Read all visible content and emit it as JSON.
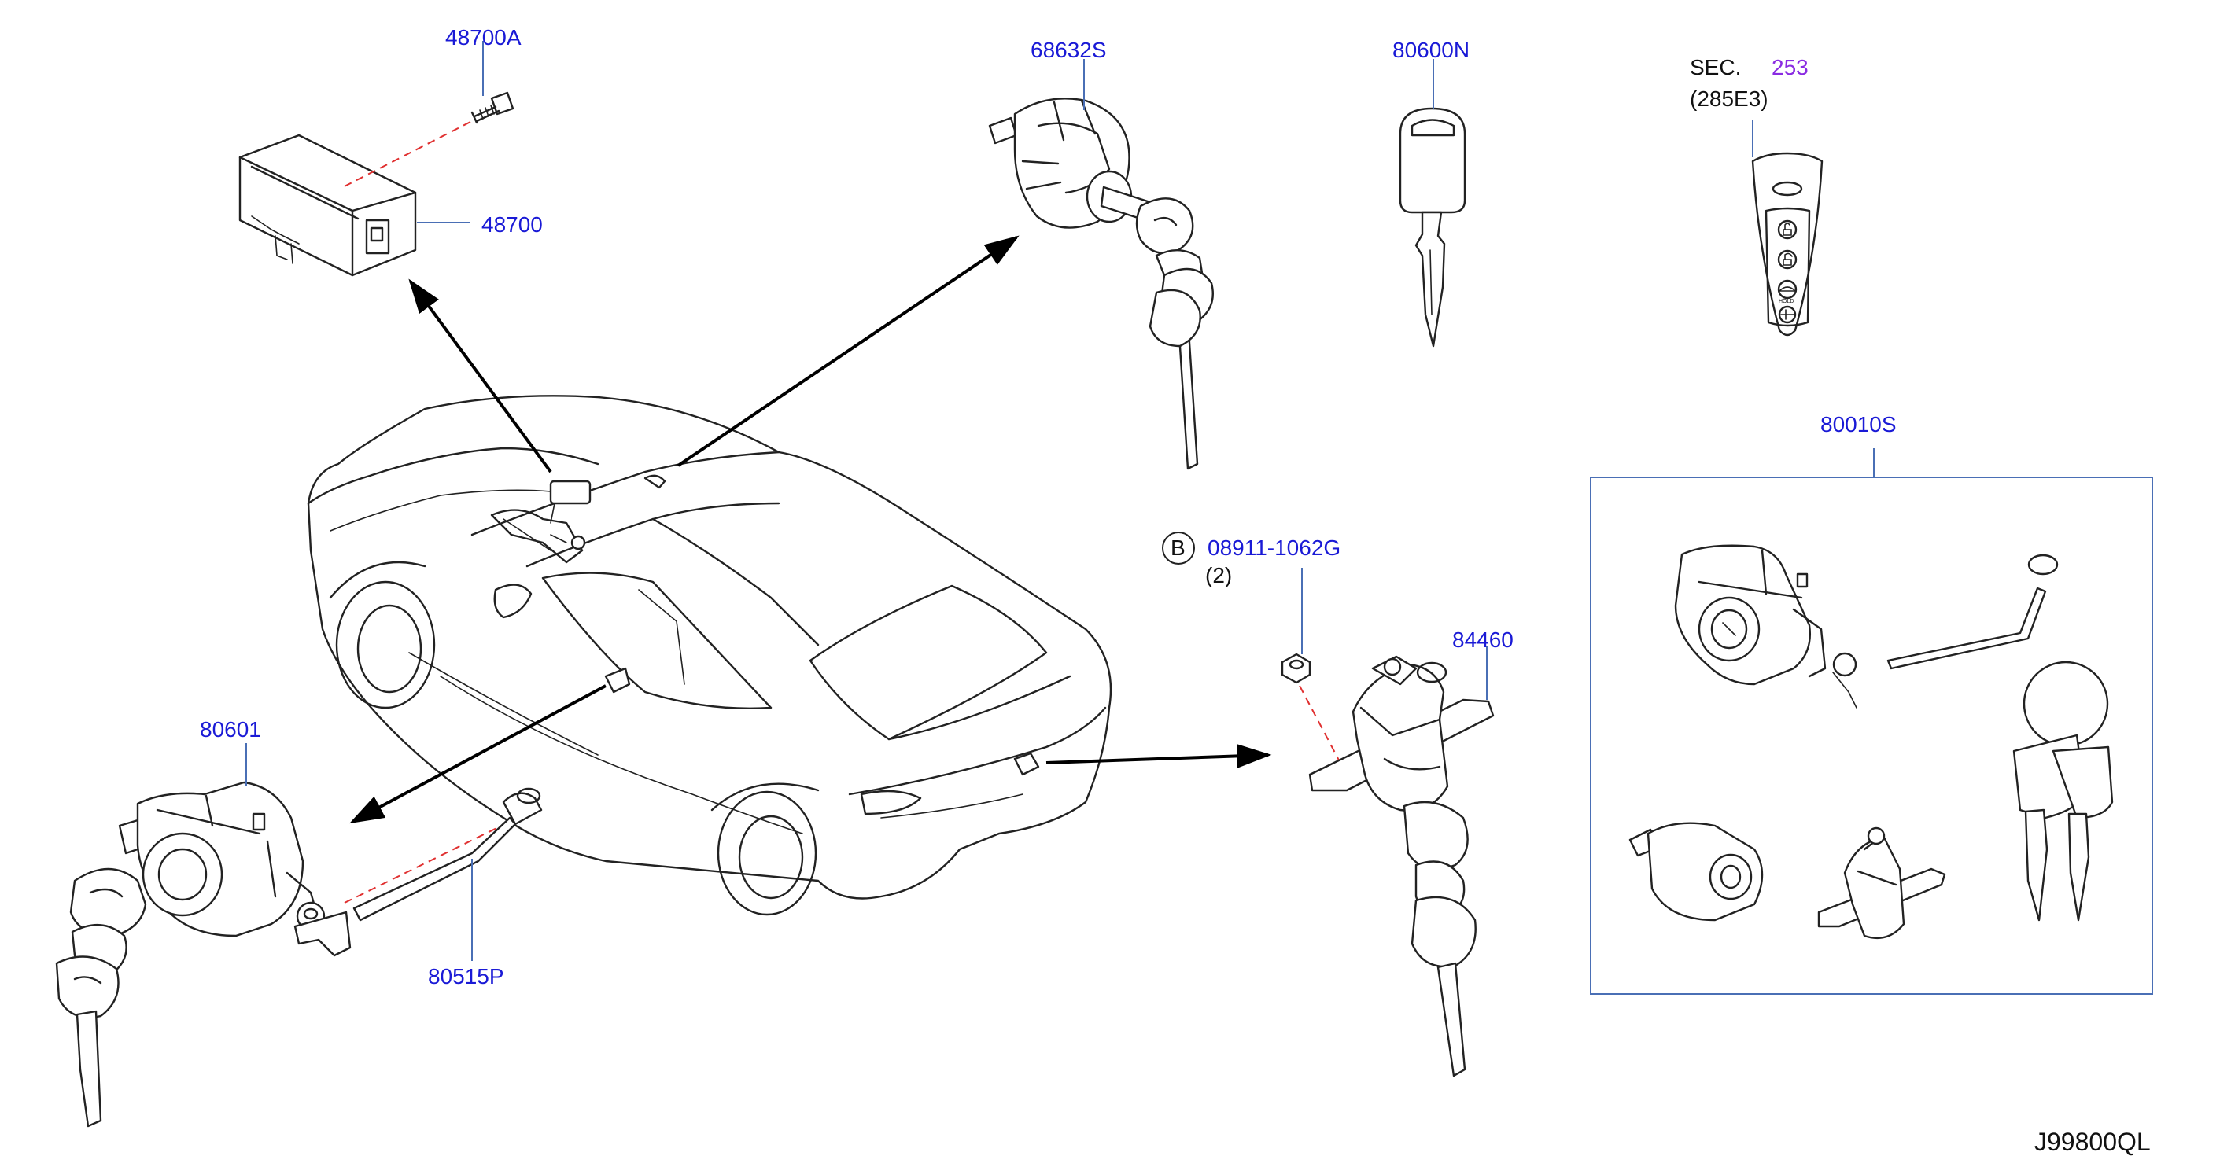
{
  "labels": {
    "p48700A": "48700A",
    "p48700": "48700",
    "p68632S": "68632S",
    "p80600N": "80600N",
    "sec_prefix": "SEC.",
    "sec_number": "253",
    "sec_ref": "(285E3)",
    "p80010S": "80010S",
    "bolt_marker": "B",
    "p08911": "08911-1062G",
    "qty": "(2)",
    "p84460": "84460",
    "p80601": "80601",
    "p80515P": "80515P",
    "diagram_id": "J99800QL"
  },
  "fob_hold_text": "HOLD",
  "colors": {
    "label_blue": "#1a1ad6",
    "leader_blue": "#4a6fb5",
    "dashed_red": "#e03030",
    "section_purple": "#8a2be2",
    "line_black": "#222222"
  },
  "icons": [
    "ecu-module-icon",
    "screw-icon",
    "lock-cylinder-icon",
    "key-icon",
    "smart-key-fob-icon",
    "nut-icon",
    "trunk-lock-icon",
    "door-lock-icon",
    "lock-rod-icon",
    "car-body-icon"
  ]
}
